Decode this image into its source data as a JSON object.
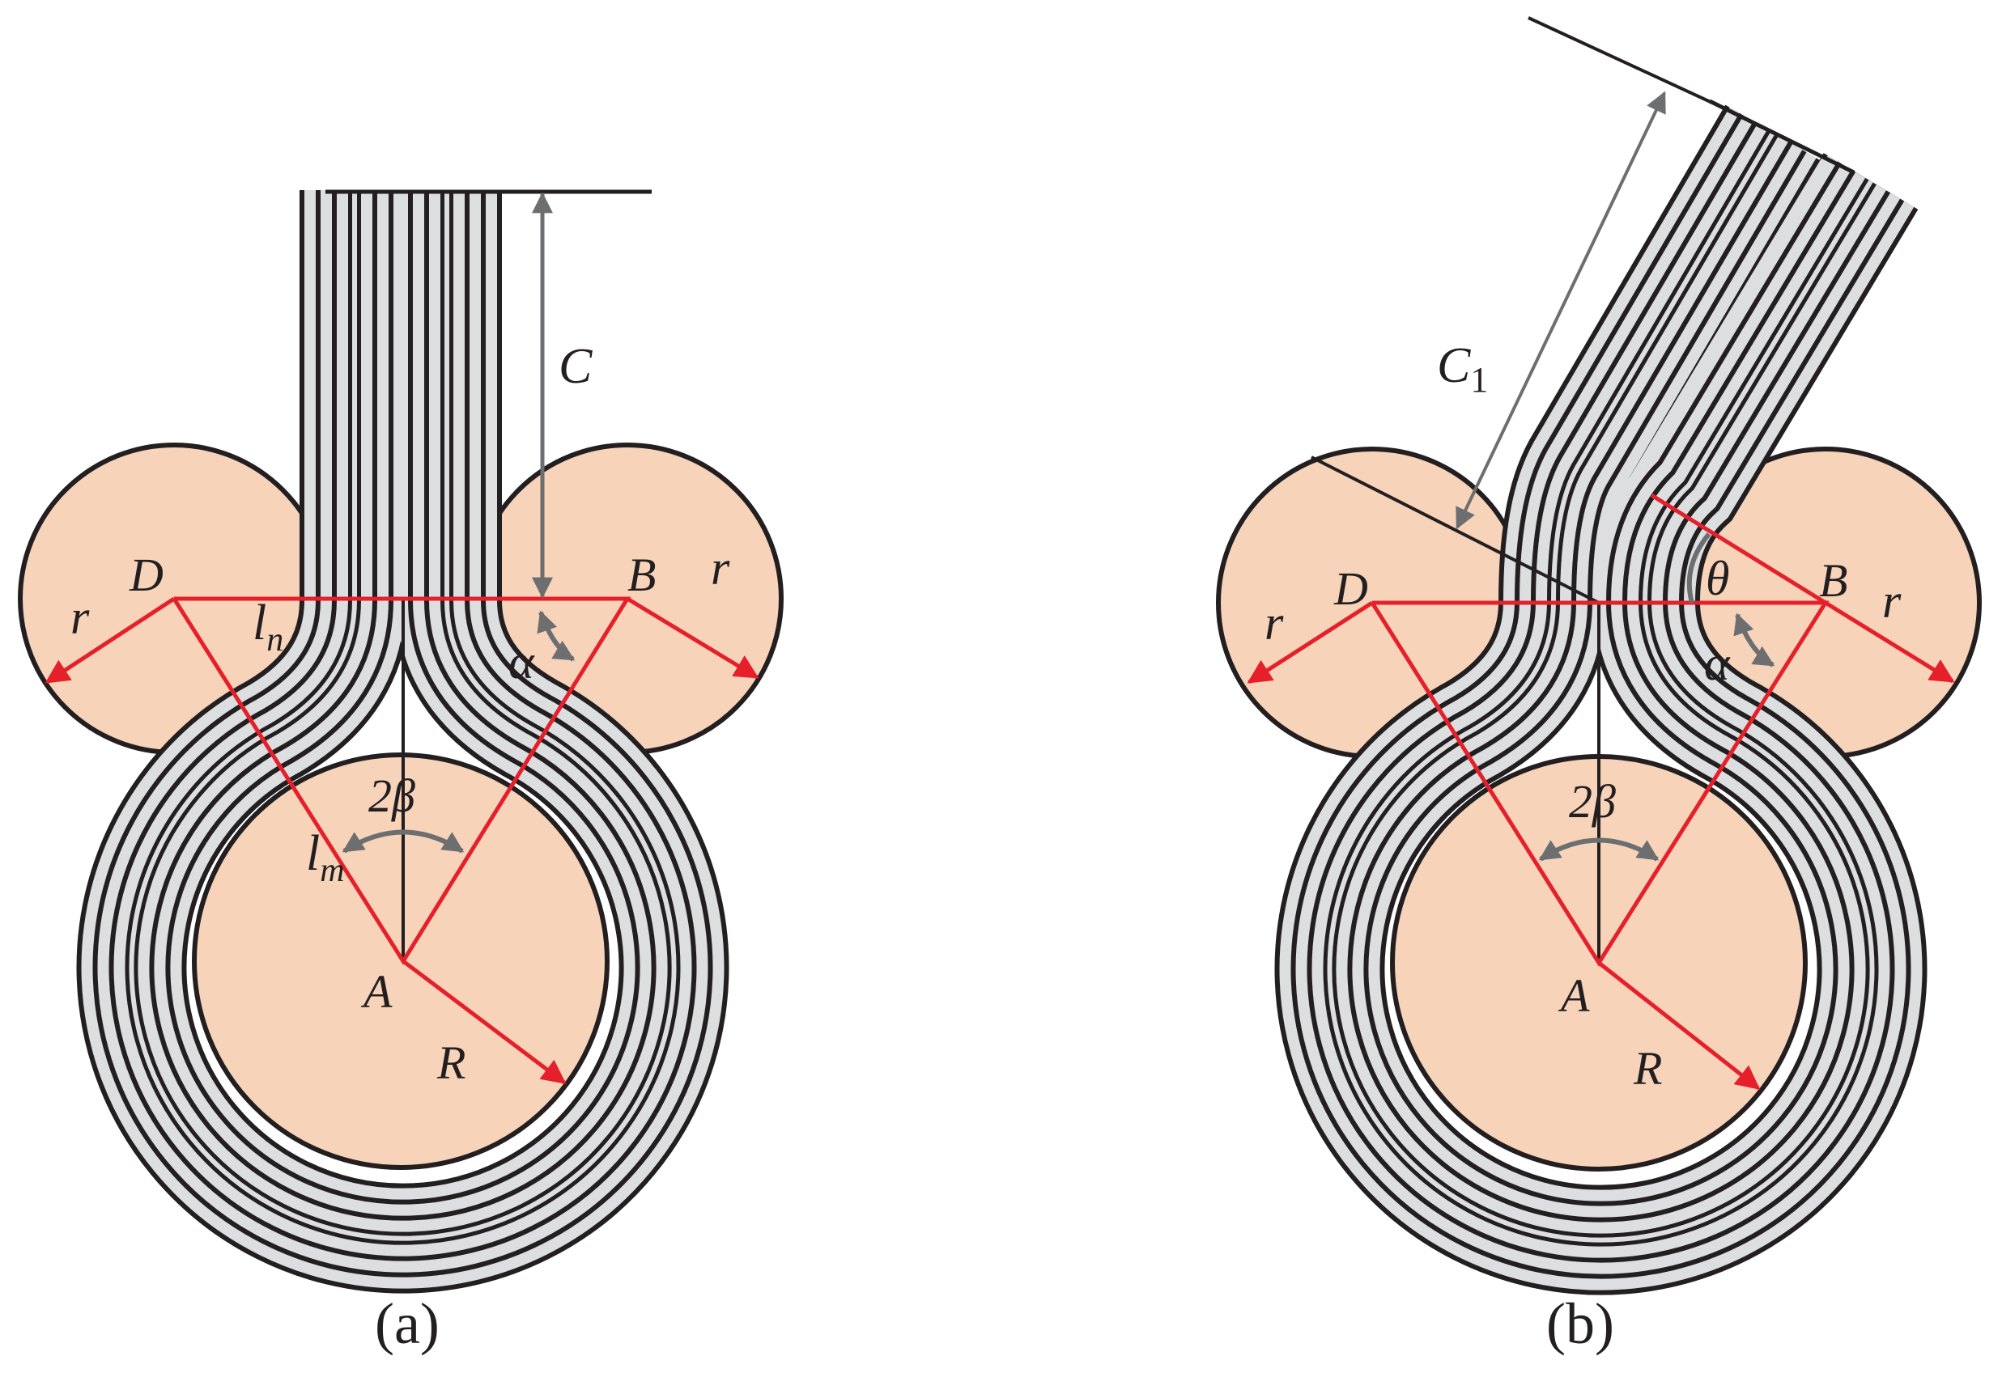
{
  "colors": {
    "roller_fill": "#f6d3b9",
    "strip_fill": "#dcdee0",
    "outline": "#231f20",
    "construction": "#e5202b",
    "dimension": "#6d6e70",
    "text": "#231f20"
  },
  "panel_a": {
    "caption": "(a)",
    "labels": {
      "dim_c": "C",
      "point_d": "D",
      "point_b": "B",
      "point_a": "A",
      "radius_r_left": "r",
      "radius_r_right": "r",
      "radius_R": "R",
      "len_n_base": "l",
      "len_n_sub": "n",
      "len_m_base": "l",
      "len_m_sub": "m",
      "angle_alpha": "α",
      "angle_2beta": "2β"
    }
  },
  "panel_b": {
    "caption": "(b)",
    "labels": {
      "dim_c1_base": "C",
      "dim_c1_sub": "1",
      "point_d": "D",
      "point_b": "B",
      "point_a": "A",
      "radius_r_left": "r",
      "radius_r_right": "r",
      "radius_R": "R",
      "angle_theta": "θ",
      "angle_alpha": "α",
      "angle_2beta": "2β"
    }
  }
}
